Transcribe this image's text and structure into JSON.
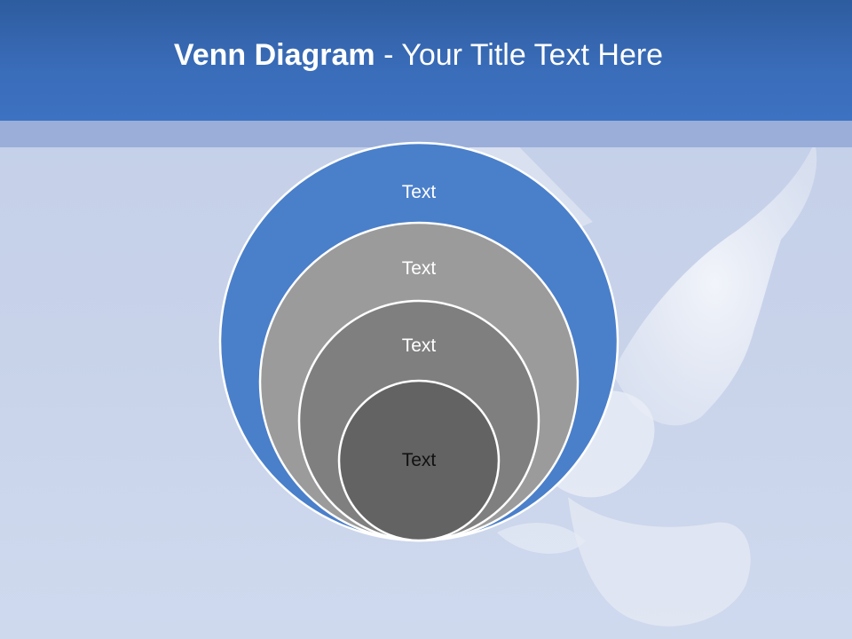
{
  "slide": {
    "title_bold": "Venn Diagram",
    "title_rest": " - Your Title Text Here"
  },
  "diagram": {
    "type": "nested-circles",
    "layers": [
      {
        "label": "Text",
        "fill": "#4a7fca",
        "text_color": "#ffffff"
      },
      {
        "label": "Text",
        "fill": "#9b9b9b",
        "text_color": "#ffffff"
      },
      {
        "label": "Text",
        "fill": "#7f7f7f",
        "text_color": "#ffffff"
      },
      {
        "label": "Text",
        "fill": "#636363",
        "text_color": "#111111"
      }
    ]
  },
  "background": {
    "image": "dove-in-sky",
    "colors": {
      "header": "#3a6dba",
      "band": "#9aaed9",
      "sky": "#c8d3ea"
    }
  }
}
